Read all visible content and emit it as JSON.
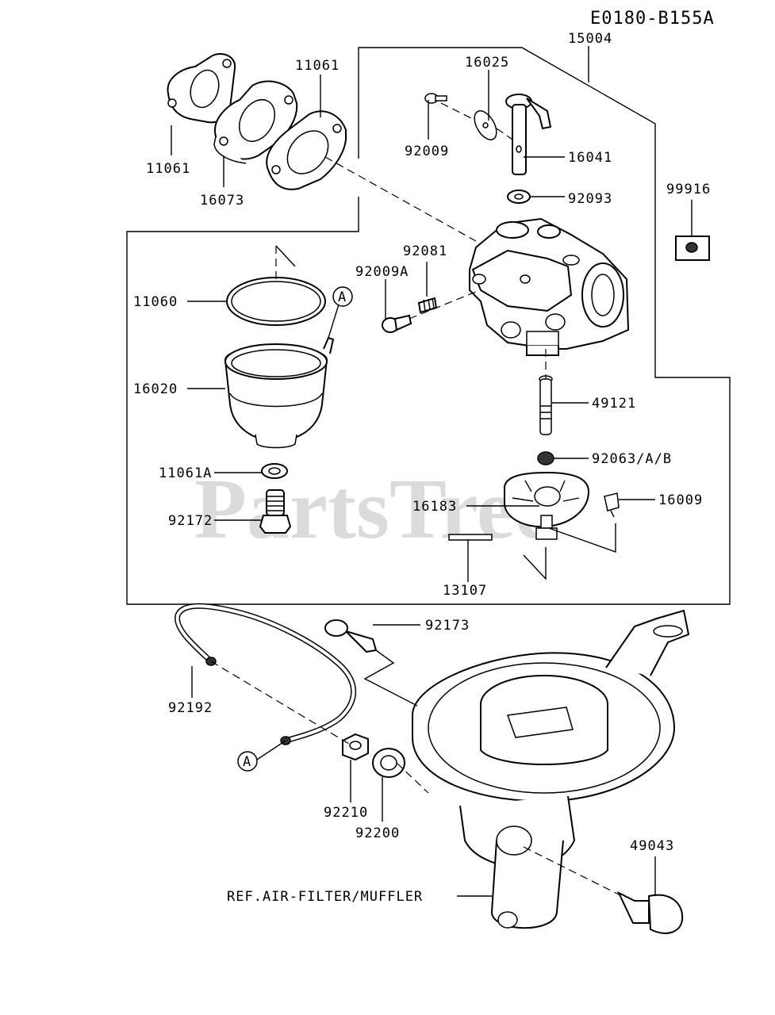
{
  "diagram": {
    "code": "E0180-B155A",
    "watermark": "PartsTree",
    "reference_label": "REF.AIR-FILTER/MUFFLER",
    "connector_marker": "A",
    "callouts": {
      "p15004": "15004",
      "p11061_top": "11061",
      "p16025": "16025",
      "p92009": "92009",
      "p16041": "16041",
      "p11061_left": "11061",
      "p16073": "16073",
      "p92093": "92093",
      "p99916": "99916",
      "p92081": "92081",
      "p92009A": "92009A",
      "p11060": "11060",
      "p16020": "16020",
      "p49121": "49121",
      "p11061A": "11061A",
      "p92063": "92063/A/B",
      "p16009": "16009",
      "p92172": "92172",
      "p16183": "16183",
      "p13107": "13107",
      "p92173": "92173",
      "p92192": "92192",
      "p92210": "92210",
      "p92200": "92200",
      "p49043": "49043"
    }
  }
}
